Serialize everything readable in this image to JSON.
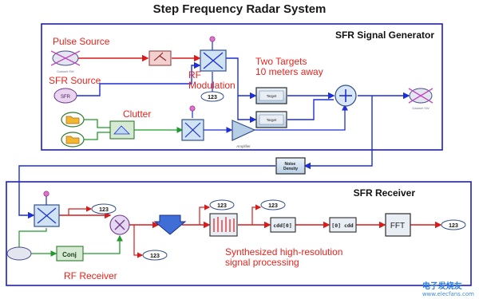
{
  "title": "Step Frequency Radar System",
  "panels": {
    "generator": "SFR Signal Generator",
    "receiver": "SFR Receiver"
  },
  "labels": {
    "pulse_source": "Pulse Source",
    "sfr_source": "SFR Source",
    "rf_modulation": "RF\nModulation",
    "two_targets": "Two Targets\n10 meters away",
    "clutter": "Clutter",
    "rf_receiver": "RF Receiver",
    "synthesized": "Synthesized high-resolution\nsignal processing"
  },
  "blocks": {
    "sfr": "SFR",
    "conj": "Conj",
    "fft": "FFT",
    "sink": "123",
    "noise_density": "Noise Density",
    "target": "Target",
    "amplifier": "Amplifier",
    "dataset_pulse": "Dataset SW",
    "dataset_out": "Dataset SW"
  },
  "watermark": {
    "main": "电子发烧友",
    "sub": "www.elecfans.com"
  },
  "colors": {
    "panel_border": "#1b1bd6",
    "annotation": "#e8231c",
    "wire_blue": "#1c2fd8",
    "wire_red": "#d81c1c",
    "wire_green": "#1f9a2a",
    "block_fill": "#c8dcee",
    "block_border": "#334f8a"
  }
}
